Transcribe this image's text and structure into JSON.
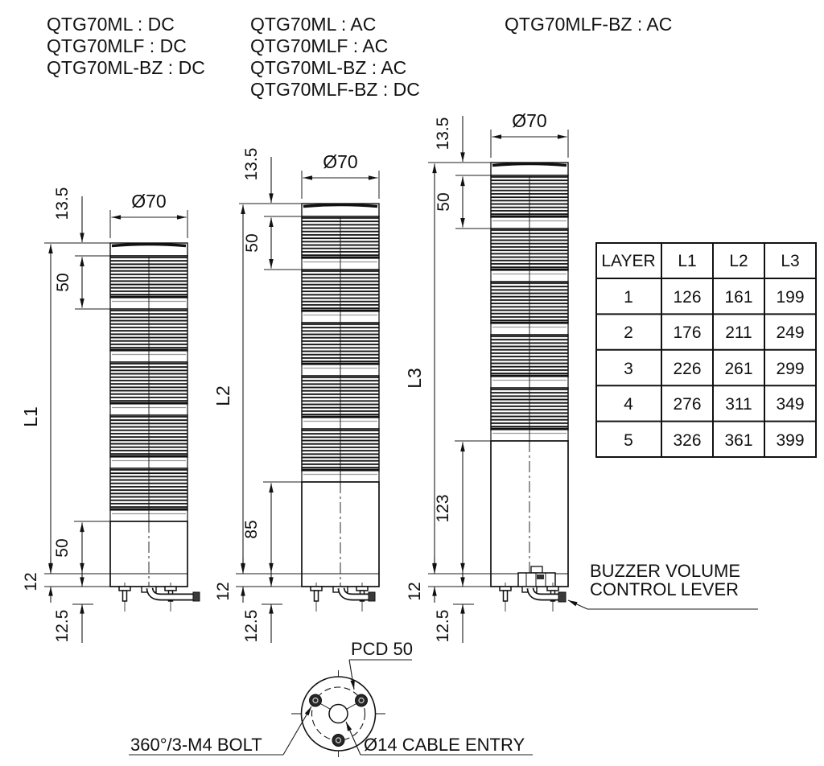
{
  "models": {
    "col1": [
      "QTG70ML : DC",
      "QTG70MLF : DC",
      "QTG70ML-BZ : DC"
    ],
    "col2": [
      "QTG70ML : AC",
      "QTG70MLF : AC",
      "QTG70ML-BZ : AC",
      "QTG70MLF-BZ : DC"
    ],
    "col3": [
      "QTG70MLF-BZ : AC"
    ]
  },
  "dimensions": {
    "diameter": "Ø70",
    "cap_height": "13.5",
    "lens_unit": "50",
    "l1": "L1",
    "l2": "L2",
    "l3": "L3",
    "base_left": "50",
    "base_mid": "85",
    "base_right": "123",
    "flange": "12",
    "bolt_len": "12.5"
  },
  "labels": {
    "buzzer_line1": "BUZZER VOLUME",
    "buzzer_line2": "CONTROL LEVER",
    "pcd": "PCD 50",
    "bolt": "360°/3-M4 BOLT",
    "cable_entry": "Ø14 CABLE ENTRY"
  },
  "table": {
    "headers": [
      "LAYER",
      "L1",
      "L2",
      "L3"
    ],
    "rows": [
      [
        "1",
        "126",
        "161",
        "199"
      ],
      [
        "2",
        "176",
        "211",
        "249"
      ],
      [
        "3",
        "226",
        "261",
        "299"
      ],
      [
        "4",
        "276",
        "311",
        "349"
      ],
      [
        "5",
        "326",
        "361",
        "399"
      ]
    ]
  }
}
